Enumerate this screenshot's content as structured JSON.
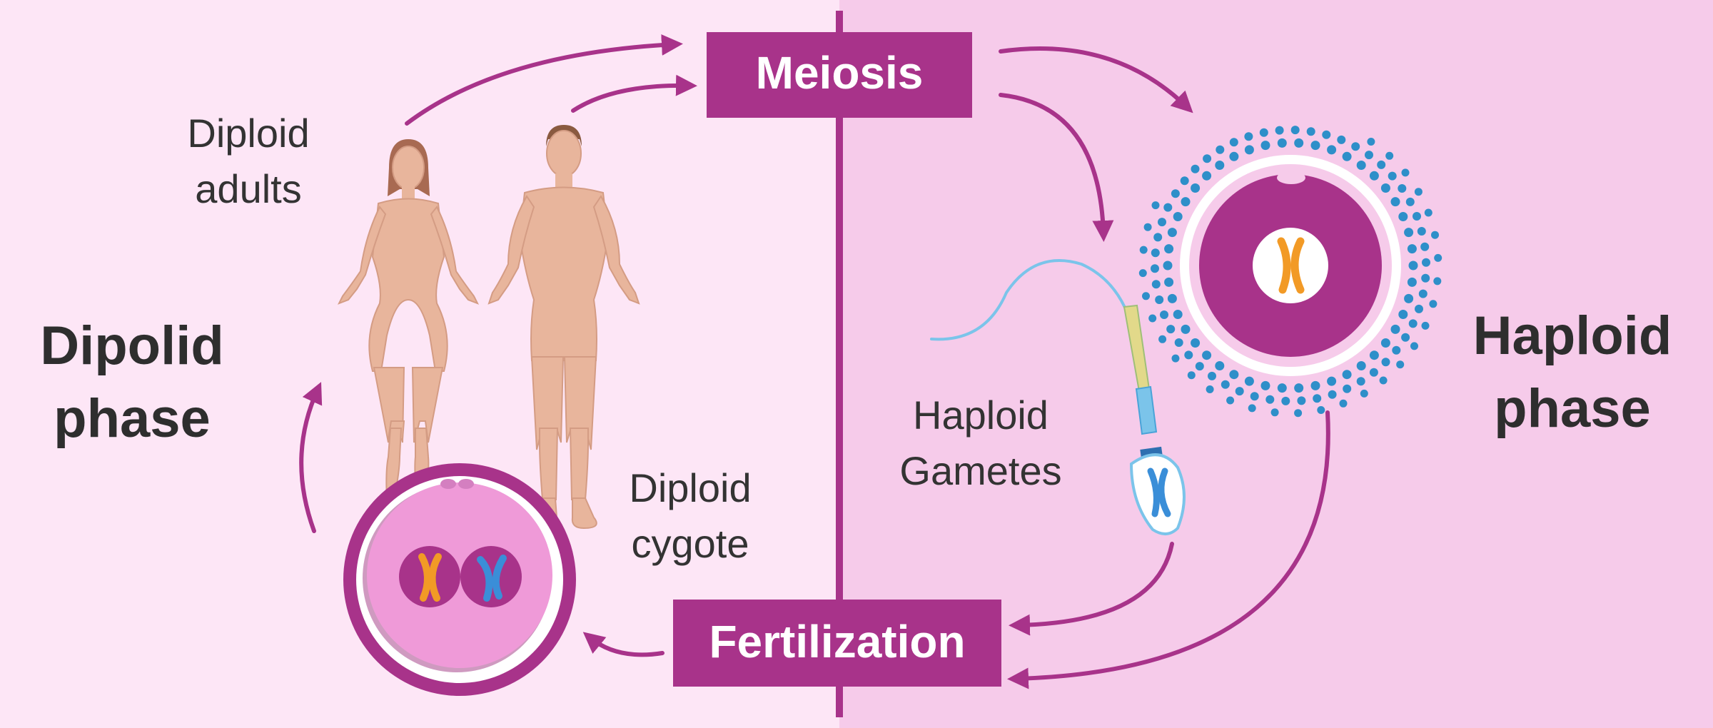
{
  "labels": {
    "meiosis": "Meiosis",
    "fertilization": "Fertilization",
    "diploid_adults_line1": "Diploid",
    "diploid_adults_line2": "adults",
    "dipolid_phase_line1": "Dipolid",
    "dipolid_phase_line2": "phase",
    "haploid_phase_line1": "Haploid",
    "haploid_phase_line2": "phase",
    "haploid_gametes_line1": "Haploid",
    "haploid_gametes_line2": "Gametes",
    "diploid_cygote_line1": "Diploid",
    "diploid_cygote_line2": "cygote"
  },
  "colors": {
    "left_background": "#fde6f6",
    "right_background": "#f6cbea",
    "accent": "#a8338a",
    "label_text": "#333333",
    "heading_text": "#2e2e2e",
    "skin": "#e8b59c",
    "egg_outer": "#ffffff",
    "egg_nucleus": "#a8338a",
    "zygote_inner": "#ef9ad8",
    "follicle_dots": "#2e8fc9",
    "chromosome_orange": "#f29a26",
    "chromosome_blue": "#3a8ed8",
    "sperm_body": "#7bc4ea"
  }
}
